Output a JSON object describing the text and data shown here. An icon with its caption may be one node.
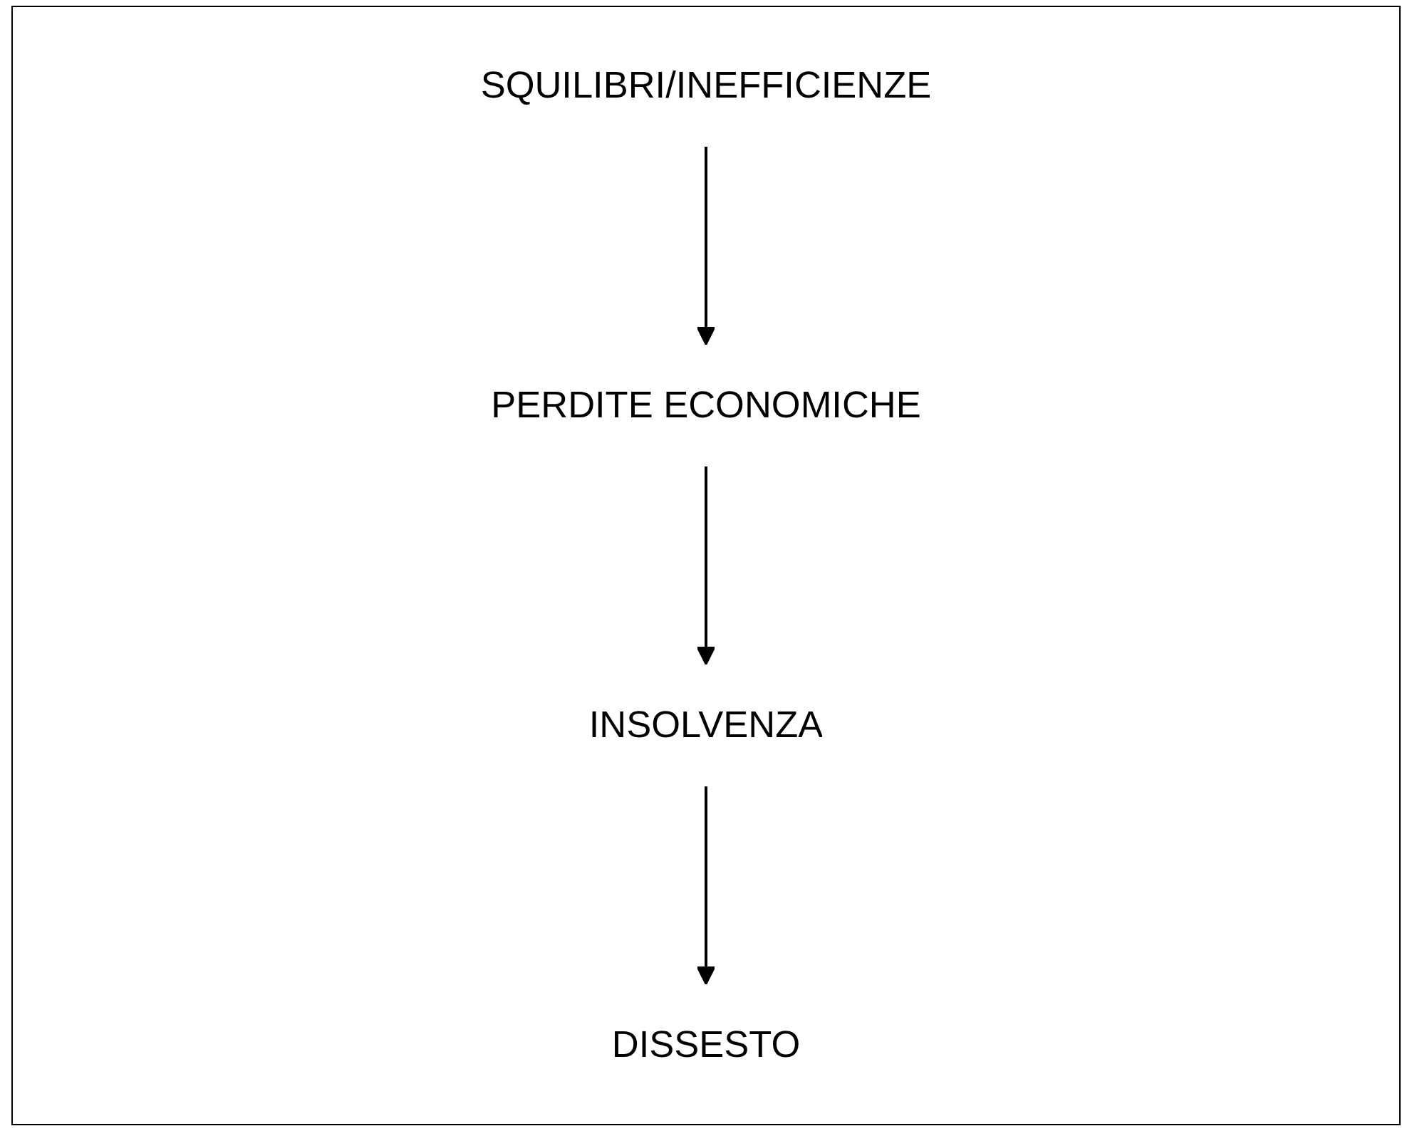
{
  "diagram": {
    "nodes": [
      {
        "text": [
          "SQUILIBRI/INEFFICIENZE"
        ]
      },
      {
        "text": [
          "PERDITE ECONOMICHE"
        ]
      },
      {
        "text": [
          "INSOLVENZA"
        ]
      },
      {
        "text": [
          "DISSESTO"
        ]
      }
    ],
    "edges": [
      {
        "from": 0,
        "to": 1,
        "arrow": "to"
      },
      {
        "from": 1,
        "to": 2,
        "arrow": "to"
      },
      {
        "from": 2,
        "to": 3,
        "arrow": "to"
      }
    ]
  }
}
